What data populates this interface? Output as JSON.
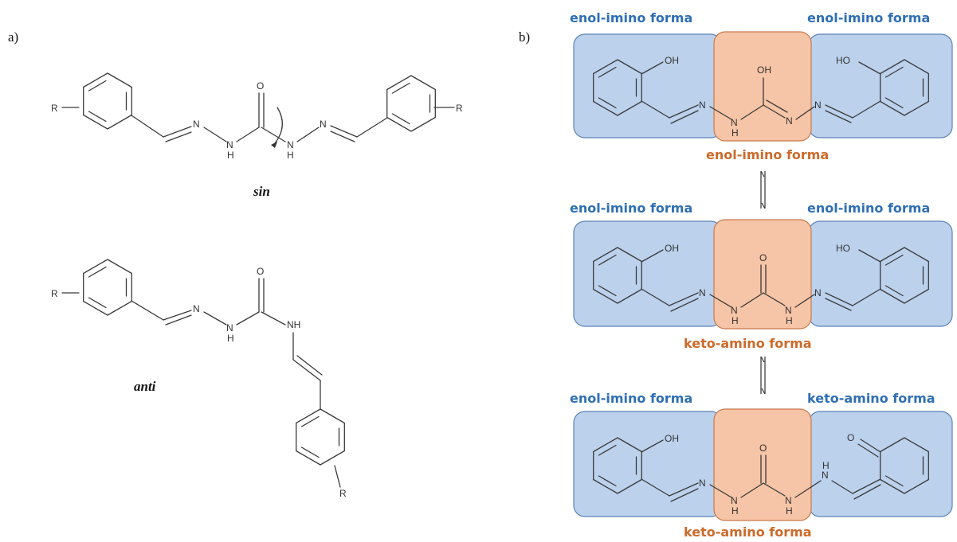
{
  "panel_a": {
    "label": "a)",
    "sin_label": "sin",
    "anti_label": "anti"
  },
  "panel_b": {
    "label": "b)",
    "rows": [
      {
        "left_label": "enol-imino forma",
        "right_label": "enol-imino forma",
        "center_label": "enol-imino forma"
      },
      {
        "left_label": "enol-imino forma",
        "right_label": "enol-imino forma",
        "center_label": "keto-amino forma"
      },
      {
        "left_label": "enol-imino forma",
        "right_label": "keto-amino forma",
        "center_label": "keto-amino forma"
      }
    ]
  },
  "atoms": {
    "R": "R",
    "N": "N",
    "H": "H",
    "O": "O",
    "OH": "OH",
    "HO": "HO",
    "NH": "NH"
  },
  "colors": {
    "blue_box": "#bcd1ec",
    "orange_box": "#f6c4a6",
    "blue_text": "#2f6fb5",
    "orange_text": "#cc6a2b"
  }
}
